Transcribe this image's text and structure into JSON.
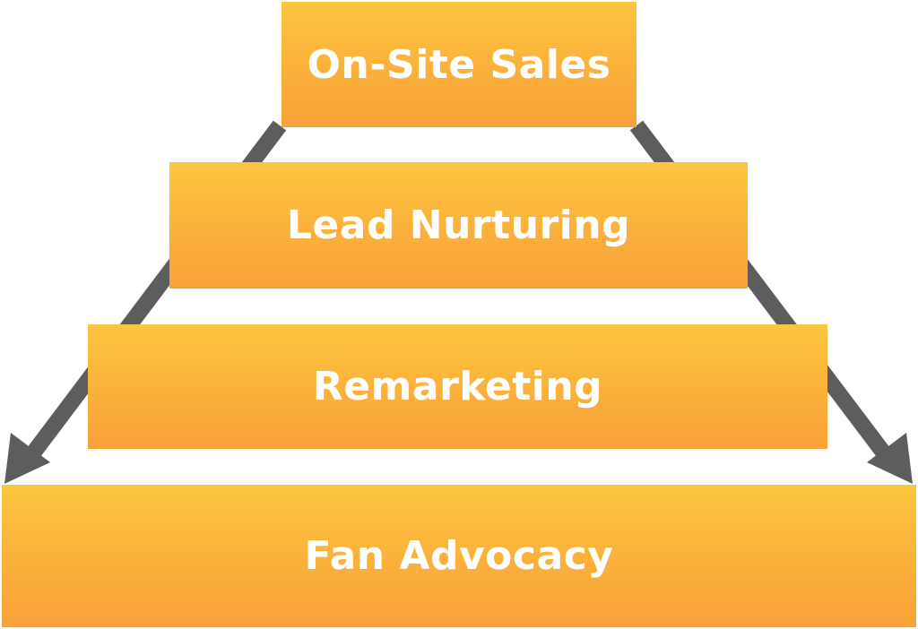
{
  "diagram": {
    "tiers": [
      {
        "label": "On-Site Sales"
      },
      {
        "label": "Lead Nurturing"
      },
      {
        "label": "Remarketing"
      },
      {
        "label": "Fan Advocacy"
      }
    ],
    "colors": {
      "tier_fill_top": "#fcc63f",
      "tier_fill_bottom": "#f9a23a",
      "tier_text": "#ffffff",
      "arrow": "#5d5d5d"
    },
    "arrows": [
      {
        "direction": "down-left",
        "icon": "arrow-down-left-icon"
      },
      {
        "direction": "down-right",
        "icon": "arrow-down-right-icon"
      }
    ]
  }
}
